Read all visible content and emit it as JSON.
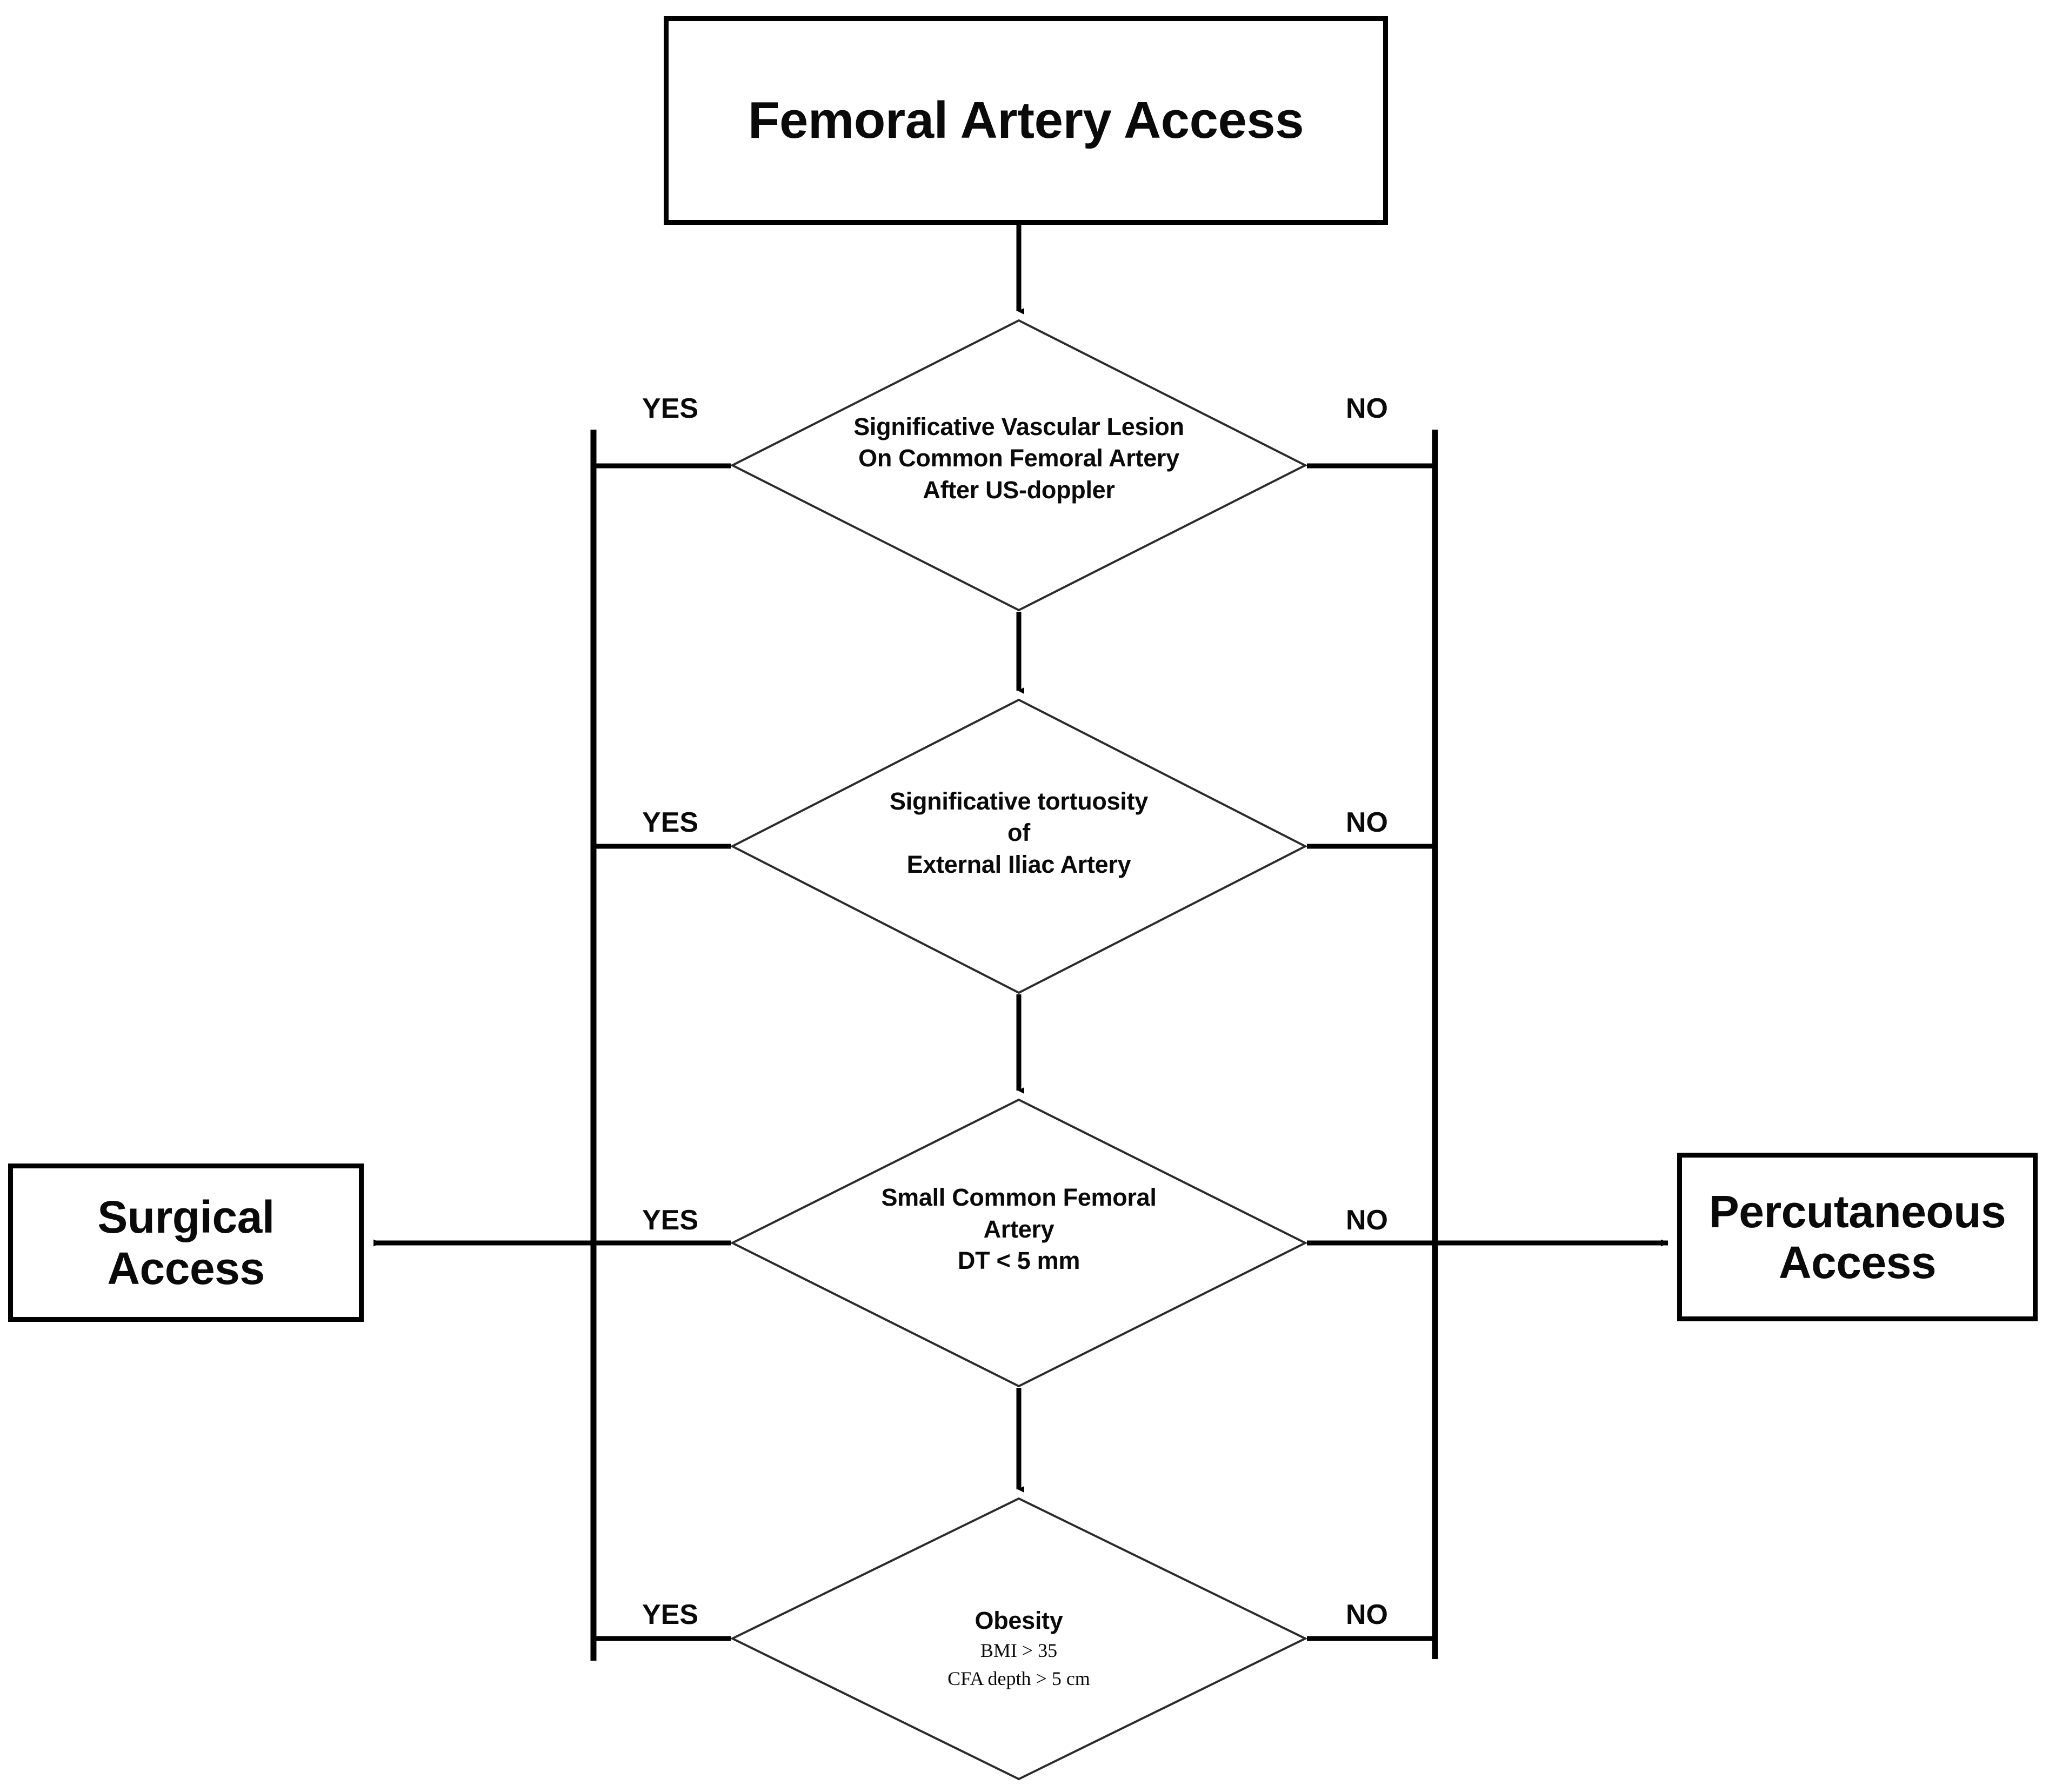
{
  "diagram": {
    "title": "Femoral Artery Access decision algorithm",
    "type": "flowchart",
    "colors": {
      "stroke": "#000000",
      "text": "#0a0a0a",
      "background": "#ffffff",
      "diamond_stroke": "#2b2b2b"
    },
    "start": {
      "label": "Femoral Artery Access"
    },
    "decisions": [
      {
        "id": "vascular-lesion",
        "lines": [
          "Significative Vascular Lesion",
          "On Common Femoral Artery",
          "After US-doppler"
        ],
        "yes_label": "YES",
        "no_label": "NO",
        "yes_target": "Surgical Access",
        "no_target": "Percutaneous Access"
      },
      {
        "id": "tortuosity",
        "lines": [
          "Significative tortuosity",
          "of",
          "External Iliac Artery"
        ],
        "yes_label": "YES",
        "no_label": "NO",
        "yes_target": "Surgical Access",
        "no_target": "Percutaneous Access"
      },
      {
        "id": "small-cfa",
        "lines": [
          "Small Common Femoral",
          "Artery",
          "DT < 5 mm"
        ],
        "yes_label": "YES",
        "no_label": "NO",
        "yes_target": "Surgical Access",
        "no_target": "Percutaneous Access"
      },
      {
        "id": "obesity",
        "lines": [
          "Obesity"
        ],
        "sub_lines": [
          "BMI > 35",
          "CFA depth > 5 cm"
        ],
        "yes_label": "YES",
        "no_label": "NO",
        "yes_target": "Surgical Access",
        "no_target": "Percutaneous Access"
      }
    ],
    "outcomes": {
      "surgical": "Surgical\nAccess",
      "surgical_line1": "Surgical",
      "surgical_line2": "Access",
      "percutaneous_line1": "Percutaneous",
      "percutaneous_line2": "Access"
    }
  },
  "chart_data": {
    "type": "flowchart",
    "title": "Femoral Artery Access",
    "nodes": [
      {
        "id": "start",
        "shape": "rectangle",
        "text": "Femoral Artery Access"
      },
      {
        "id": "d1",
        "shape": "diamond",
        "text": "Significative Vascular Lesion On Common Femoral Artery After US-doppler"
      },
      {
        "id": "d2",
        "shape": "diamond",
        "text": "Significative tortuosity of External Iliac Artery"
      },
      {
        "id": "d3",
        "shape": "diamond",
        "text": "Small Common Femoral Artery DT < 5 mm"
      },
      {
        "id": "d4",
        "shape": "diamond",
        "text": "Obesity BMI > 35 CFA depth > 5 cm"
      },
      {
        "id": "surgical",
        "shape": "rectangle",
        "text": "Surgical Access"
      },
      {
        "id": "percutaneous",
        "shape": "rectangle",
        "text": "Percutaneous Access"
      }
    ],
    "edges": [
      {
        "from": "start",
        "to": "d1",
        "label": ""
      },
      {
        "from": "d1",
        "to": "surgical",
        "label": "YES"
      },
      {
        "from": "d1",
        "to": "percutaneous",
        "label": "NO"
      },
      {
        "from": "d1",
        "to": "d2",
        "label": ""
      },
      {
        "from": "d2",
        "to": "surgical",
        "label": "YES"
      },
      {
        "from": "d2",
        "to": "percutaneous",
        "label": "NO"
      },
      {
        "from": "d2",
        "to": "d3",
        "label": ""
      },
      {
        "from": "d3",
        "to": "surgical",
        "label": "YES"
      },
      {
        "from": "d3",
        "to": "percutaneous",
        "label": "NO"
      },
      {
        "from": "d3",
        "to": "d4",
        "label": ""
      },
      {
        "from": "d4",
        "to": "surgical",
        "label": "YES"
      },
      {
        "from": "d4",
        "to": "percutaneous",
        "label": "NO"
      }
    ]
  }
}
